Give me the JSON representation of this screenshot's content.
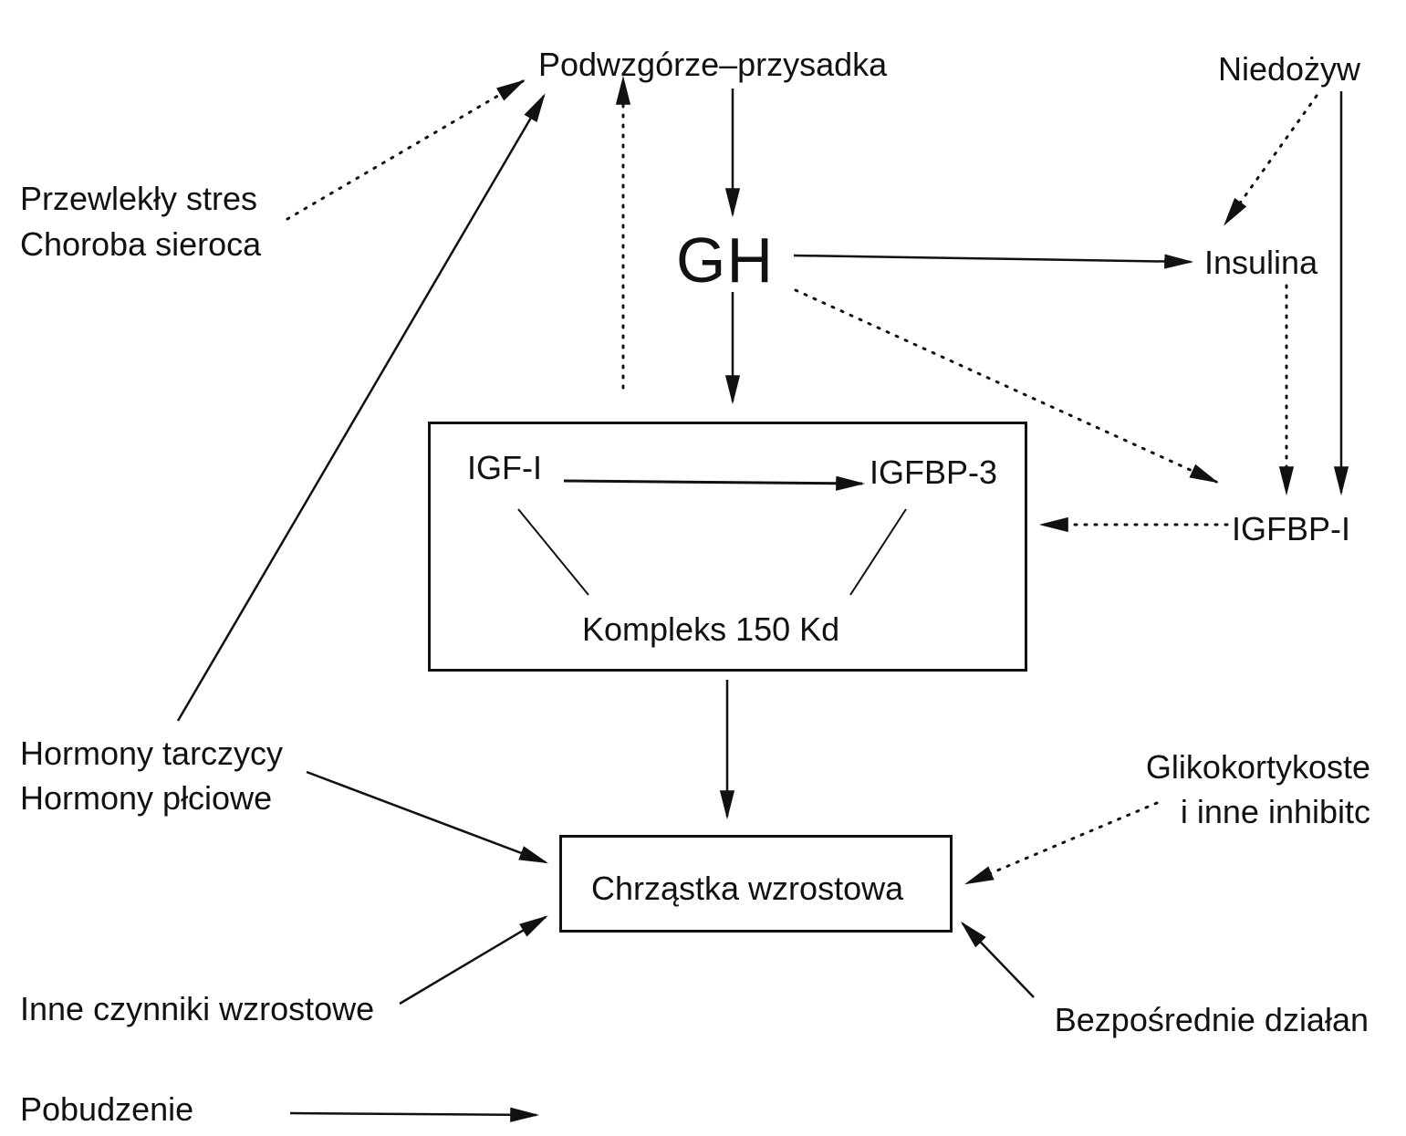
{
  "nodes": {
    "hypothalamus": "Podwzgórze–przysadka",
    "malnutrition": "Niedożyw",
    "stress_line1": "Przewlekły stres",
    "stress_line2": "Choroba sieroca",
    "gh": "GH",
    "insulin": "Insulina",
    "igf1": "IGF-I",
    "igfbp3": "IGFBP-3",
    "igfbp1": "IGFBP-I",
    "complex": "Kompleks 150 Kd",
    "hormones_line1": "Hormony tarczycy",
    "hormones_line2": "Hormony płciowe",
    "glucocorticoids_line1": "Glikokortykoste",
    "glucocorticoids_line2": "i inne inhibitc",
    "cartilage": "Chrząstka wzrostowa",
    "other_factors": "Inne czynniki wzrostowe",
    "direct_action": "Bezpośrednie działan"
  },
  "legend": {
    "stimulation_label": "Pobudzenie"
  },
  "colors": {
    "ink": "#111111",
    "background": "#ffffff"
  }
}
